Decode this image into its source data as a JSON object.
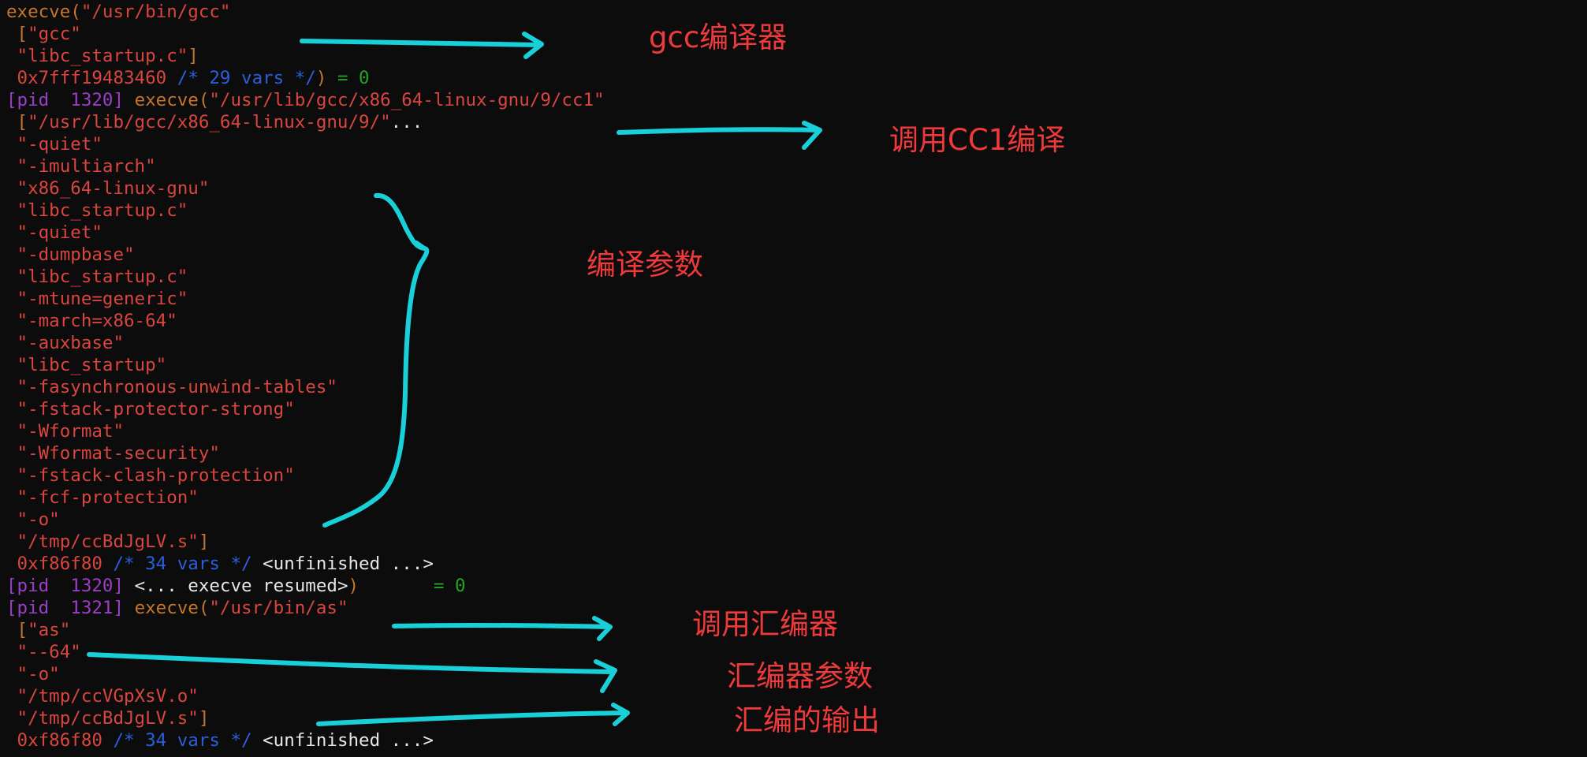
{
  "colors": {
    "background": "#0c0c0c",
    "orange": "#c5762a",
    "red": "#d9453f",
    "blue": "#2b5fd9",
    "green": "#23a523",
    "purple": "#9a3ec6",
    "white": "#e6e6e6",
    "annotation_text": "#ee3a3a",
    "annotation_stroke": "#1ad0d8"
  },
  "terminal": {
    "lines": [
      [
        {
          "t": "execve(",
          "c": "orange"
        },
        {
          "t": "\"/usr/bin/gcc\"",
          "c": "red"
        }
      ],
      [
        {
          "t": " [",
          "c": "orange"
        },
        {
          "t": "\"gcc\"",
          "c": "red"
        }
      ],
      [
        {
          "t": " \"libc_startup.c\"",
          "c": "red"
        },
        {
          "t": "]",
          "c": "orange"
        }
      ],
      [
        {
          "t": " 0x7fff19483460 ",
          "c": "red"
        },
        {
          "t": "/* 29 vars */",
          "c": "blue"
        },
        {
          "t": ") ",
          "c": "orange"
        },
        {
          "t": "= 0",
          "c": "green"
        }
      ],
      [
        {
          "t": "[pid  1320] ",
          "c": "purple"
        },
        {
          "t": "execve(",
          "c": "orange"
        },
        {
          "t": "\"/usr/lib/gcc/x86_64-linux-gnu/9/cc1\"",
          "c": "red"
        }
      ],
      [
        {
          "t": " [",
          "c": "orange"
        },
        {
          "t": "\"/usr/lib/gcc/x86_64-linux-gnu/9/\"",
          "c": "red"
        },
        {
          "t": "...",
          "c": "white"
        }
      ],
      [
        {
          "t": " \"-quiet\"",
          "c": "red"
        }
      ],
      [
        {
          "t": " \"-imultiarch\"",
          "c": "red"
        }
      ],
      [
        {
          "t": " \"x86_64-linux-gnu\"",
          "c": "red"
        }
      ],
      [
        {
          "t": " \"libc_startup.c\"",
          "c": "red"
        }
      ],
      [
        {
          "t": " \"-quiet\"",
          "c": "red"
        }
      ],
      [
        {
          "t": " \"-dumpbase\"",
          "c": "red"
        }
      ],
      [
        {
          "t": " \"libc_startup.c\"",
          "c": "red"
        }
      ],
      [
        {
          "t": " \"-mtune=generic\"",
          "c": "red"
        }
      ],
      [
        {
          "t": " \"-march=x86-64\"",
          "c": "red"
        }
      ],
      [
        {
          "t": " \"-auxbase\"",
          "c": "red"
        }
      ],
      [
        {
          "t": " \"libc_startup\"",
          "c": "red"
        }
      ],
      [
        {
          "t": " \"-fasynchronous-unwind-tables\"",
          "c": "red"
        }
      ],
      [
        {
          "t": " \"-fstack-protector-strong\"",
          "c": "red"
        }
      ],
      [
        {
          "t": " \"-Wformat\"",
          "c": "red"
        }
      ],
      [
        {
          "t": " \"-Wformat-security\"",
          "c": "red"
        }
      ],
      [
        {
          "t": " \"-fstack-clash-protection\"",
          "c": "red"
        }
      ],
      [
        {
          "t": " \"-fcf-protection\"",
          "c": "red"
        }
      ],
      [
        {
          "t": " \"-o\"",
          "c": "red"
        }
      ],
      [
        {
          "t": " \"/tmp/ccBdJgLV.s\"",
          "c": "red"
        },
        {
          "t": "]",
          "c": "orange"
        }
      ],
      [
        {
          "t": " 0xf86f80 ",
          "c": "red"
        },
        {
          "t": "/* 34 vars */ ",
          "c": "blue"
        },
        {
          "t": "<unfinished ...>",
          "c": "white"
        }
      ],
      [
        {
          "t": "[pid  1320] ",
          "c": "purple"
        },
        {
          "t": "<... execve resumed>",
          "c": "white"
        },
        {
          "t": ")       ",
          "c": "orange"
        },
        {
          "t": "= 0",
          "c": "green"
        }
      ],
      [
        {
          "t": "[pid  1321] ",
          "c": "purple"
        },
        {
          "t": "execve(",
          "c": "orange"
        },
        {
          "t": "\"/usr/bin/as\"",
          "c": "red"
        }
      ],
      [
        {
          "t": " [",
          "c": "orange"
        },
        {
          "t": "\"as\"",
          "c": "red"
        }
      ],
      [
        {
          "t": " \"--64\"",
          "c": "red"
        }
      ],
      [
        {
          "t": " \"-o\"",
          "c": "red"
        }
      ],
      [
        {
          "t": " \"/tmp/ccVGpXsV.o\"",
          "c": "red"
        }
      ],
      [
        {
          "t": " \"/tmp/ccBdJgLV.s\"",
          "c": "red"
        },
        {
          "t": "]",
          "c": "orange"
        }
      ],
      [
        {
          "t": " 0xf86f80 ",
          "c": "red"
        },
        {
          "t": "/* 34 vars */ ",
          "c": "blue"
        },
        {
          "t": "<unfinished ...>",
          "c": "white"
        }
      ]
    ]
  },
  "annotations": {
    "gcc_compiler": "gcc编译器",
    "call_cc1": "调用CC1编译",
    "compile_args": "编译参数",
    "call_assembler": "调用汇编器",
    "assembler_args": "汇编器参数",
    "assembly_output": "汇编的输出"
  }
}
